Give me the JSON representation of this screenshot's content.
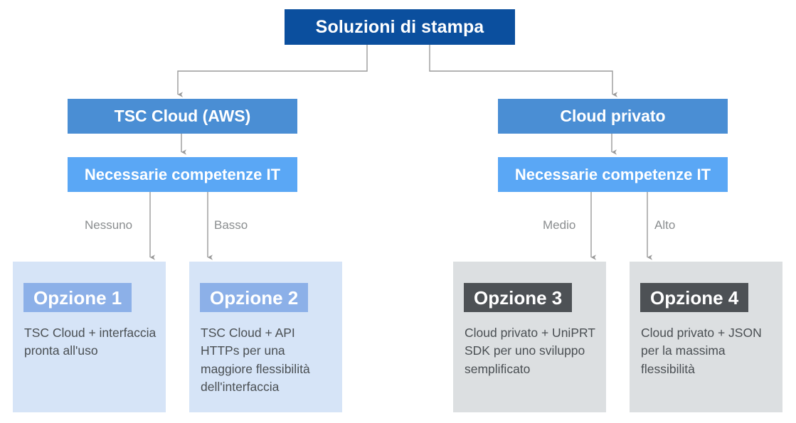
{
  "diagram": {
    "type": "flowchart",
    "root": {
      "label": "Soluzioni di stampa",
      "color": "#0b4f9e"
    },
    "branches": [
      {
        "id": "tsc-cloud-aws",
        "label": "TSC Cloud (AWS)",
        "color": "#4a8ed4",
        "skills": {
          "label": "Necessarie competenze IT",
          "color": "#5aa7f5"
        },
        "edges": [
          {
            "label": "Nessuno",
            "target": "opzione-1"
          },
          {
            "label": "Basso",
            "target": "opzione-2"
          }
        ]
      },
      {
        "id": "cloud-privato",
        "label": "Cloud privato",
        "color": "#4a8ed4",
        "skills": {
          "label": "Necessarie competenze IT",
          "color": "#5aa7f5"
        },
        "edges": [
          {
            "label": "Medio",
            "target": "opzione-3"
          },
          {
            "label": "Alto",
            "target": "opzione-4"
          }
        ]
      }
    ],
    "options": [
      {
        "id": "opzione-1",
        "title": "Opzione 1",
        "description": "TSC Cloud + interfaccia pronta all'uso",
        "card_color": "#d6e4f7",
        "badge_color": "#8cb0e8"
      },
      {
        "id": "opzione-2",
        "title": "Opzione 2",
        "description": "TSC Cloud + API HTTPs per una maggiore flessibilità dell'interfaccia",
        "card_color": "#d6e4f7",
        "badge_color": "#8cb0e8"
      },
      {
        "id": "opzione-3",
        "title": "Opzione 3",
        "description": "Cloud privato + UniPRT SDK per uno sviluppo semplificato",
        "card_color": "#dcdfe1",
        "badge_color": "#4d5155"
      },
      {
        "id": "opzione-4",
        "title": "Opzione 4",
        "description": "Cloud privato + JSON per la massima flessibilità",
        "card_color": "#dcdfe1",
        "badge_color": "#4d5155"
      }
    ],
    "connector_color": "#9a9a9a"
  }
}
